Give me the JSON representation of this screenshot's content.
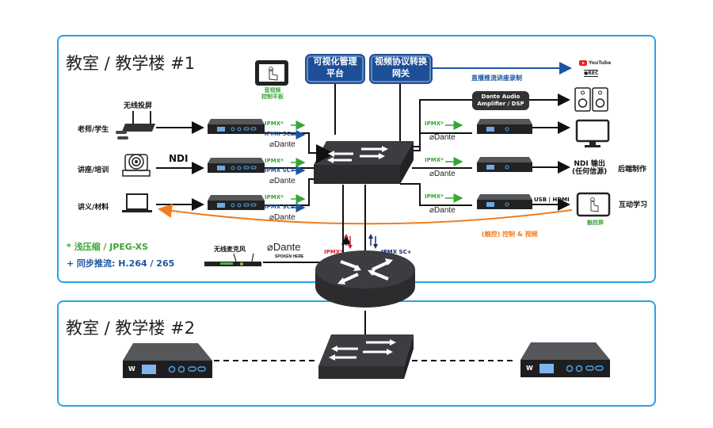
{
  "panels": {
    "building1": {
      "title": "教室 / 教学楼 #1"
    },
    "building2": {
      "title": "教室 / 教学楼 #2"
    }
  },
  "colors": {
    "panel_border": "#29a3e6",
    "ipmx_green": "#3aa537",
    "ipmx_sc_blue": "#1b55a0",
    "control_orange": "#f07d1e",
    "uplink_red": "#d6202a",
    "uplink_navy": "#1c2a6b",
    "box_blue": "#1d4f99"
  },
  "top_boxes": {
    "management": {
      "line1": "可视化管理",
      "line2": "平台"
    },
    "gateway": {
      "line1": "视频协议转换",
      "line2": "网关"
    }
  },
  "tablet": {
    "line1": "音视频",
    "line2": "控制平板"
  },
  "streaming": {
    "label": "直播推流讲座录制",
    "youtube": "YouTube",
    "rec": "●REC"
  },
  "dsp": {
    "line1": "Dante Audio",
    "line2": "Amplifier / DSP"
  },
  "sources": [
    {
      "label": "老师/学生",
      "device_label": "无线投屏",
      "link_label": ""
    },
    {
      "label": "讲座/培训",
      "device_label": "",
      "link_label": "NDI"
    },
    {
      "label": "讲义/材料",
      "device_label": "",
      "link_label": ""
    }
  ],
  "encoder_tags": {
    "ipmx": "IPMX*",
    "ipmx_sc": "IPMX SC+",
    "dante": "Dante"
  },
  "outputs": [
    {
      "label": "",
      "device": "monitor"
    },
    {
      "label": "后端制作",
      "device_label": "NDI 输出\n(任何信源)"
    },
    {
      "label": "互动学习",
      "device_label": "触控屏",
      "link_label": "USB | HDMI"
    }
  ],
  "ndi_output": {
    "line1": "NDI 输出",
    "line2": "(任何信源)"
  },
  "control_label": "(触控) 控制 & 视频",
  "legend": {
    "shallow": "* 浅压缩 / JPEG-XS",
    "sync": "+ 同步推流: H.264 / 265"
  },
  "mic": {
    "label": "无线麦克风",
    "dante": "Dante",
    "spoken": "SPOKEN HERE"
  },
  "uplinks": {
    "ipmx": "IPMX*",
    "ipmx_sc": "IPMX SC+"
  }
}
